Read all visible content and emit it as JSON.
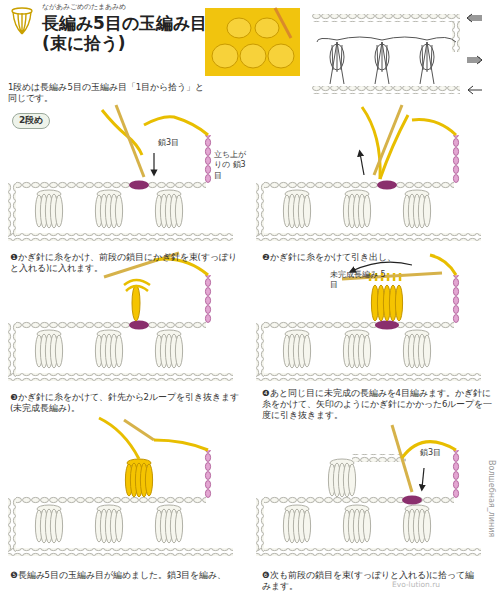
{
  "diagram": {
    "title": "長編み5目の玉編み目 (束に拾う)",
    "labels": [
      "ながあみごめのたまあみめ",
      "1段めは長編み5目の玉編み目「1目から拾う」と同じです。",
      "2段め",
      "鎖3目",
      "立ち上がりの 鎖3目",
      "❶かぎ針に糸をかけ、前段の鎖目にかぎ針を束(すっぽりと入れる)に入れます。",
      "❷かぎ針に糸をかけて引き出し、",
      "❸かぎ針に糸をかけて、針先から2ループを引き抜きます(未完成長編み)。",
      "未完成長編み 5目",
      "❹あと同じ目に未完成の長編みを4目編みます。かぎ針に糸をかけて、矢印のようにかぎ針にかかった6ループを一度に引き抜きます。",
      "❺長編み5目の玉編み目が編めました。鎖3目を編み、",
      "鎖3目",
      "❻次も前段の鎖目を束(すっぽりと入れる)に拾って編みます。",
      "Волшебная_линия",
      "Evo-lution.ru"
    ]
  }
}
